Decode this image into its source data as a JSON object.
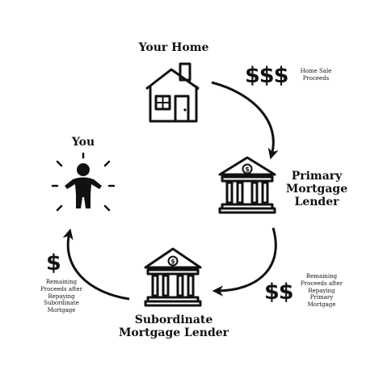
{
  "nodes": {
    "home": {
      "title": "Your Home"
    },
    "you": {
      "title": "You"
    },
    "primary": {
      "title_lines": [
        "Primary",
        "Mortgage",
        "Lender"
      ]
    },
    "subordinate": {
      "title_lines": [
        "Subordinate",
        "Mortgage Lender"
      ]
    }
  },
  "flows": {
    "home_to_primary": {
      "symbol": "$$$",
      "note_lines": [
        "Home Sale",
        "Proceeds"
      ]
    },
    "primary_to_subordinate": {
      "symbol": "$$",
      "note_lines": [
        "Remaining",
        "Proceeds after",
        "Repaying",
        "Primary",
        "Mortgage"
      ]
    },
    "subordinate_to_you": {
      "symbol": "$",
      "note_lines": [
        "Remaining",
        "Proceeds after",
        "Repaying",
        "Subordinate",
        "Mortgage"
      ]
    }
  },
  "icons": {
    "home": "house-icon",
    "you": "person-icon",
    "primary": "bank-icon",
    "subordinate": "bank-icon",
    "coin": "dollar-coin-icon"
  },
  "colors": {
    "ink": "#111111",
    "background": "#ffffff"
  }
}
